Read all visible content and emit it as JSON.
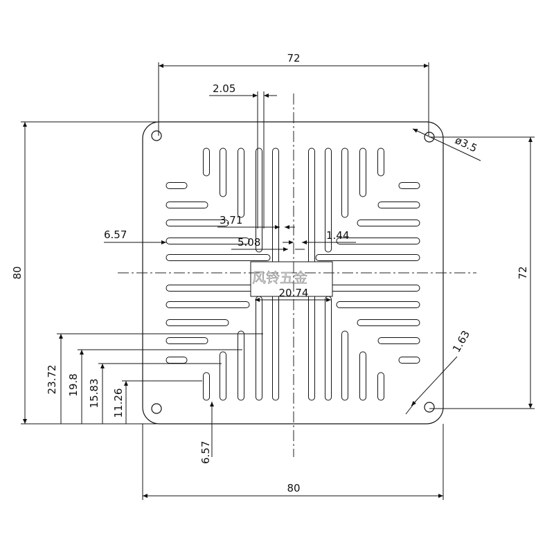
{
  "drawing": {
    "dimensions": {
      "top_width": "72",
      "bottom_width": "80",
      "left_height": "80",
      "right_height": "72",
      "fin_thickness": "2.05",
      "hole_diameter": "ø3.5",
      "side_fin_offset": "6.57",
      "bottom_fin_offset": "6.57",
      "fin_gap": "3.71",
      "center_gap": "5.08",
      "small_gap": "1.44",
      "core_width": "20.74",
      "corner_thickness": "1.63",
      "height_1": "23.72",
      "height_2": "19.8",
      "height_3": "15.83",
      "height_4": "11.26"
    },
    "watermark": "风铃五金"
  }
}
